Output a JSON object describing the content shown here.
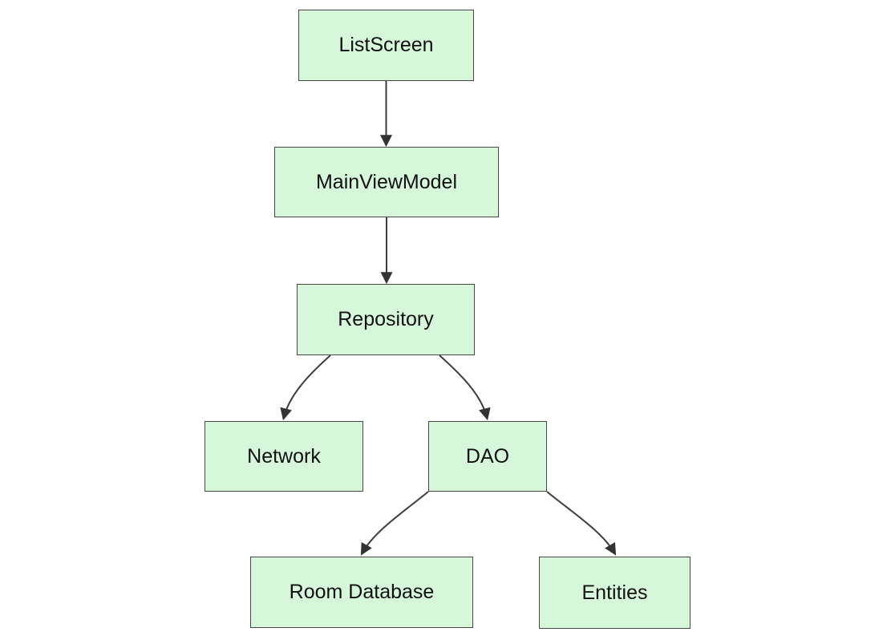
{
  "diagram": {
    "type": "flowchart",
    "direction": "top-down",
    "colors": {
      "node_fill": "#d6f7da",
      "node_border": "#474747",
      "edge": "#3d3d3d",
      "arrowhead": "#333333",
      "text": "#111111",
      "background": "#ffffff"
    },
    "nodes": {
      "listscreen": {
        "label": "ListScreen"
      },
      "mainviewmodel": {
        "label": "MainViewModel"
      },
      "repository": {
        "label": "Repository"
      },
      "network": {
        "label": "Network"
      },
      "dao": {
        "label": "DAO"
      },
      "roomdatabase": {
        "label": "Room Database"
      },
      "entities": {
        "label": "Entities"
      }
    },
    "edges": [
      {
        "from": "ListScreen",
        "to": "MainViewModel",
        "style": "arrow"
      },
      {
        "from": "MainViewModel",
        "to": "Repository",
        "style": "arrow"
      },
      {
        "from": "Repository",
        "to": "Network",
        "style": "arrow"
      },
      {
        "from": "Repository",
        "to": "DAO",
        "style": "arrow"
      },
      {
        "from": "DAO",
        "to": "Room Database",
        "style": "arrow"
      },
      {
        "from": "DAO",
        "to": "Entities",
        "style": "arrow"
      }
    ]
  }
}
